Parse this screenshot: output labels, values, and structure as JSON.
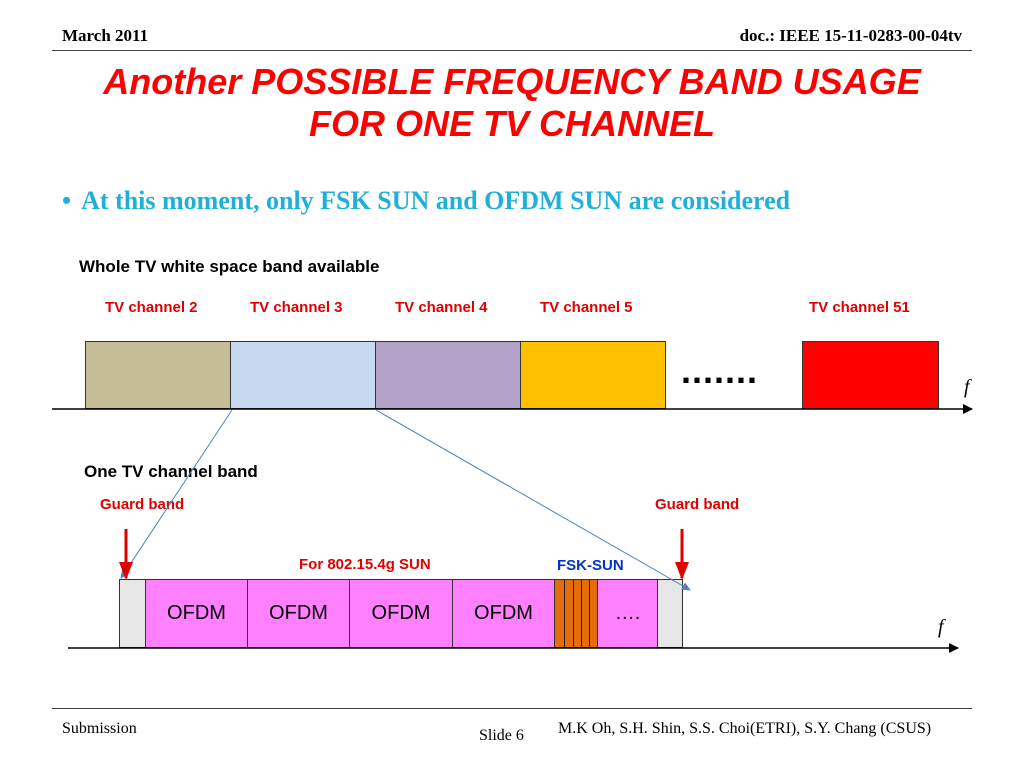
{
  "header": {
    "date": "March 2011",
    "doc": "doc.: IEEE 15-11-0283-00-04tv"
  },
  "title": {
    "line1": "Another POSSIBLE FREQUENCY BAND USAGE",
    "line2": "FOR ONE TV CHANNEL"
  },
  "bullet": {
    "symbol": "•",
    "text": "At this moment, only FSK SUN and OFDM SUN are considered"
  },
  "top_diagram": {
    "heading": "Whole TV white space band available",
    "channels": [
      {
        "label": "TV channel 2",
        "color": "#c4bd97"
      },
      {
        "label": "TV channel 3",
        "color": "#c6d9f1"
      },
      {
        "label": "TV channel 4",
        "color": "#b2a1c7"
      },
      {
        "label": "TV channel 5",
        "color": "#ffc000"
      },
      {
        "label": "TV channel 51",
        "color": "#ff0000"
      }
    ],
    "ellipsis": ".......",
    "axis_label": "f"
  },
  "bottom_diagram": {
    "heading": "One TV channel band",
    "guard_left": "Guard band",
    "guard_right": "Guard band",
    "for_label": "For  802.15.4g  SUN",
    "fsk_label": "FSK-SUN",
    "ofdm_blocks": [
      "OFDM",
      "OFDM",
      "OFDM",
      "OFDM"
    ],
    "trailing": "….",
    "axis_label": "f",
    "colors": {
      "ofdm": "#ff80ff",
      "fsk": "#e46c0a",
      "guard": "#e6e6e6",
      "arrow": "#e00000",
      "connector": "#4f81bd"
    }
  },
  "footer": {
    "left": "Submission",
    "slide": "Slide 6",
    "authors": "M.K Oh, S.H. Shin, S.S. Choi(ETRI), S.Y. Chang (CSUS)"
  }
}
